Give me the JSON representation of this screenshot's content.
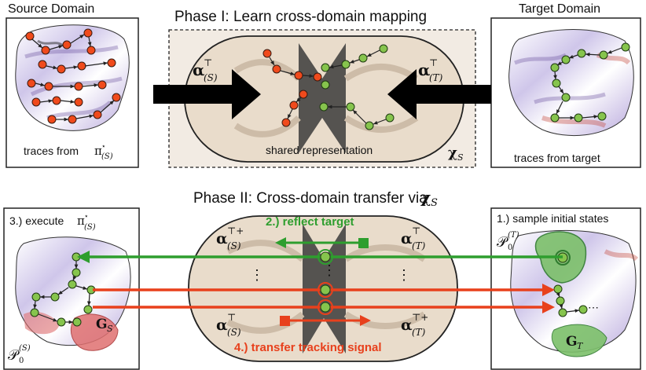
{
  "labels": {
    "source_domain": "Source Domain",
    "target_domain": "Target Domain",
    "phase1_title": "Phase I:  Learn cross-domain mapping",
    "phase2_title": "Phase II:  Cross-domain transfer via ",
    "traces_source": "traces from ",
    "traces_target": "traces from target",
    "shared_representation": "shared representation",
    "step1": "1.) sample initial states",
    "step2": "2.) reflect target",
    "step3": "3.) execute ",
    "step4": "4.) transfer tracking signal"
  },
  "math": {
    "chi": "χ",
    "chi_sub": "S",
    "alpha": "α",
    "transpose": "⊤",
    "transpose_plus": "⊤+",
    "sub_source": "(S)",
    "sub_target": "(T)",
    "pi": "π",
    "star": "⋆",
    "G": "G",
    "G_sub_S": "S",
    "G_sub_T": "T",
    "P": "𝒫",
    "P_sub": "0",
    "ellipsis_v": "⋮",
    "ellipsis_h": "⋯"
  },
  "colors": {
    "source_node": "#f04a1c",
    "target_node": "#86c44d",
    "green_arrow": "#2e9e2e",
    "red_arrow": "#e8401c",
    "goal_red": "#e07070",
    "goal_green": "#7cc06a",
    "panel_bg": "#e9dccb",
    "box_bg": "#f2ebe3"
  }
}
